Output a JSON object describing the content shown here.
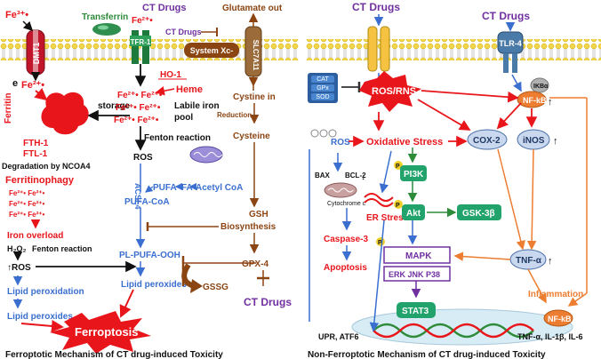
{
  "left": {
    "fe3": "Fe³⁺•",
    "transferrin": "Transferrin",
    "ct_drugs_top": "CT Drugs",
    "fe2_top": "Fe²⁺•",
    "ct_drugs_inhib": "CT Drugs",
    "glutamate_out": "Glutamate out",
    "tfr1": "TFR-1",
    "system_xc": "System Xc-",
    "slc7a11": "SLC7A11",
    "dmt1": "DMT1",
    "electron": "e",
    "fe2_left": "Fe²⁺•",
    "storage": "storage",
    "ho1": "HO-1",
    "heme": "Heme",
    "fe_pool_1": "Fe²⁺• Fe²⁺•",
    "fe_pool_2": "Fe²⁺• Fe²⁺•",
    "fe_pool_3": "Fe²⁺• Fe²⁺•",
    "labile_1": "Labile iron",
    "labile_2": "pool",
    "ferritin": "Ferritin",
    "fth1": "FTH-1",
    "ftl1": "FTL-1",
    "degradation": "Degradation by NCOA4",
    "ferritinophagy": "Ferritinophagy",
    "fe_small_1": "Fe²⁺•  Fe²⁺•",
    "fe_small_2": "Fe²⁺•  Fe²⁺•",
    "fe_small_3": "Fe²⁺•  Fe²⁺•",
    "iron_overload": "Iron overload",
    "h2o2": "H₂O₂",
    "fenton_left": "Fenton reaction",
    "ros_left": "↑ROS",
    "lipid_peroxidation": "Lipid peroxidation",
    "lipid_peroxides_left": "Lipid peroxides",
    "fenton_center": "Fenton reaction",
    "ros_center": "ROS",
    "acsl4": "ACSL4",
    "pufa": "PUFA",
    "fa": "FA",
    "acetyl_coa": "Acetyl CoA",
    "pufa_coa": "PUFA-CoA",
    "pl_pufa_ooh": "PL-PUFA-OOH",
    "lipid_peroxides_center": "Lipid peroxides",
    "gssg": "GSSG",
    "cystine_in": "Cystine in",
    "reduction": "Reduction",
    "cysteine": "Cysteine",
    "gsh": "GSH",
    "biosynthesis": "Biosynthesis",
    "gpx4": "GPX-4",
    "ct_drugs_bottom": "CT Drugs",
    "ferroptosis": "Ferroptosis",
    "caption": "Ferroptotic Mechanism of CT drug-induced Toxicity"
  },
  "right": {
    "ct_drugs_1": "CT Drugs",
    "ct_drugs_2": "CT Drugs",
    "tlr4": "TLR-4",
    "cat": "CAT",
    "gpx": "GPx",
    "sod": "SOD",
    "ros_rns": "ROS/RNS",
    "ikb": "IKBα",
    "nfkb": "NF-kB",
    "ros_mito": "ROS",
    "oxidative_stress": "Oxidative Stress",
    "cox2": "COX-2",
    "inos": "iNOS",
    "bax": "BAX",
    "bcl2": "BCL-2",
    "cytochrome_c": "Cytochrome c",
    "er_stress": "ER Stress",
    "pi3k": "PI3K",
    "p_label": "P",
    "akt": "Akt",
    "gsk3b": "GSK-3β",
    "caspase3": "Caspase-3",
    "apoptosis": "Apoptosis",
    "mapk": "MAPK",
    "erk_jnk_p38": "ERK JNK P38",
    "tnfa": "TNF-α",
    "inflammation": "Inflammation",
    "stat3": "STAT3",
    "upr_atf6": "UPR, ATF6",
    "nfkb_nucleus": "NF-kB",
    "cytokines": "TNF-α, IL-1β, IL-6",
    "caption": "Non-Ferroptotic Mechanism of CT drug-induced Toxicity",
    "up_arrow": "↑",
    "down_arrow": "↓"
  },
  "colors": {
    "red": "#e8161b",
    "brown": "#8b4513",
    "blue": "#3a6fd0",
    "purple": "#7030a0",
    "green": "#2e8b3a",
    "teal": "#22a36b",
    "orange": "#ed7d31",
    "navy": "#1f3864"
  }
}
